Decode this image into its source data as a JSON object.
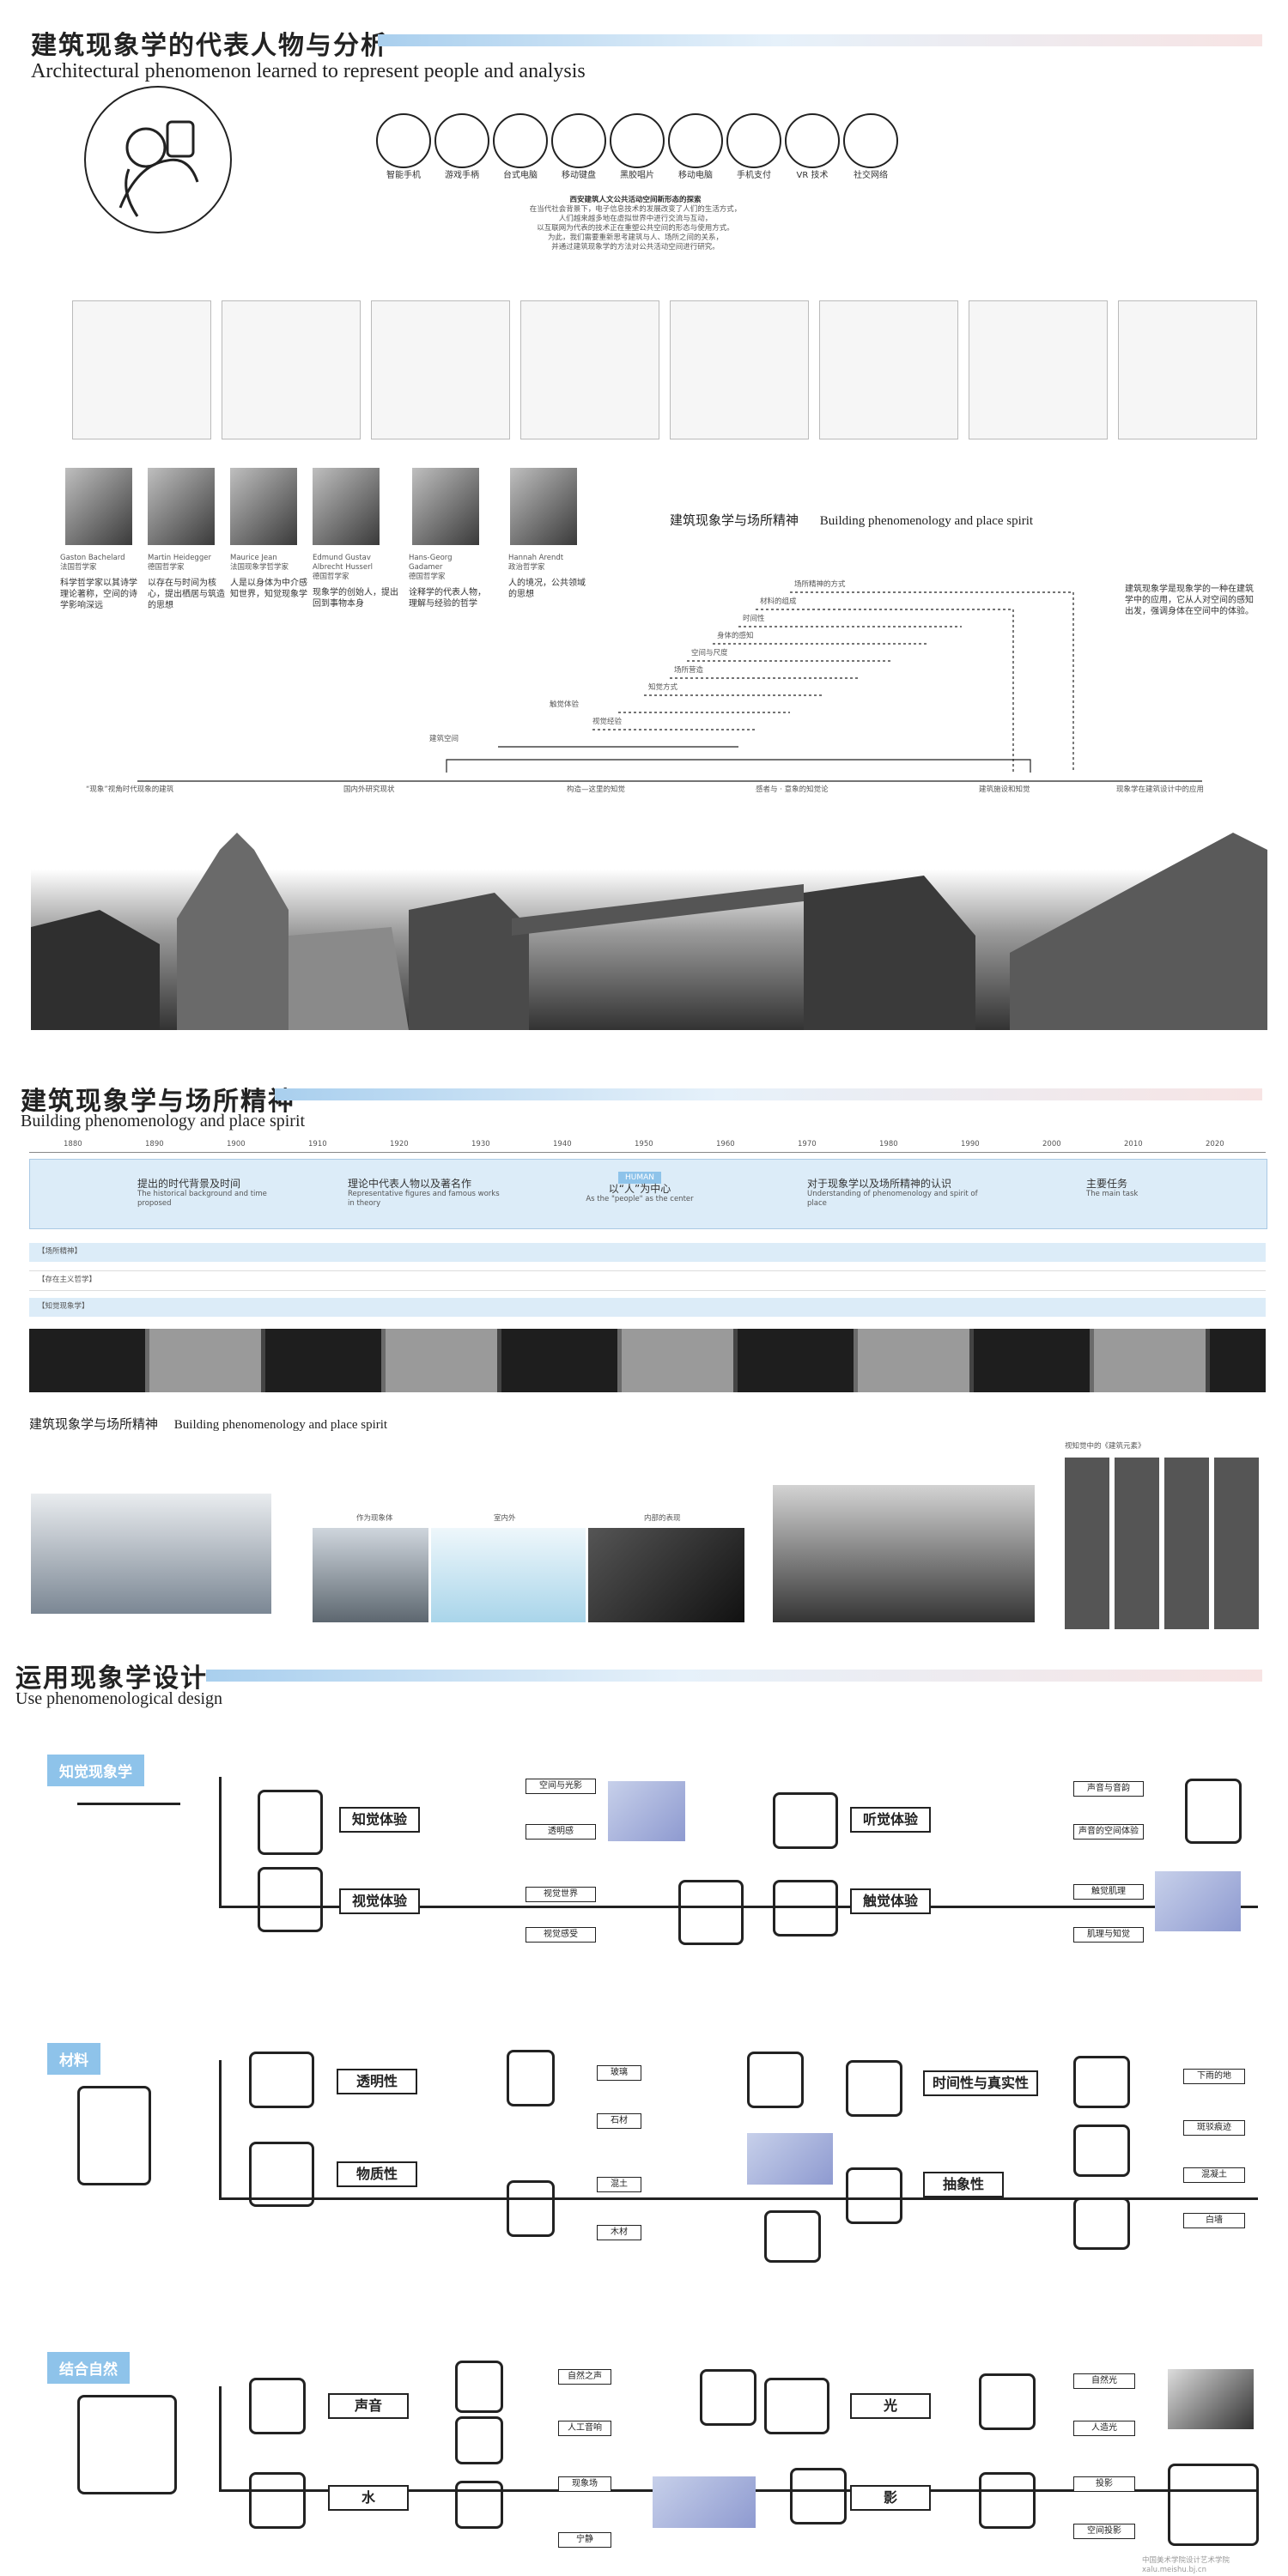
{
  "section1": {
    "title_cn": "建筑现象学的代表人物与分析",
    "title_en": "Architectural phenomenon learned to represent people and analysis",
    "devices": [
      "智能手机",
      "游戏手柄",
      "台式电脑",
      "移动键盘",
      "黑胶唱片",
      "移动电脑",
      "手机支付",
      "VR 技术",
      "社交网络"
    ],
    "caption_heading": "西安建筑人文公共活动空间新形态的探索",
    "caption_lines": [
      "在当代社会背景下，电子信息技术的发展改变了人们的生活方式，",
      "人们越来越多地在虚拟世界中进行交流与互动，",
      "以互联网为代表的技术正在重塑公共空间的形态与使用方式。",
      "为此，我们需要重新思考建筑与人、场所之间的关系，",
      "并通过建筑现象学的方法对公共活动空间进行研究。"
    ]
  },
  "people": [
    {
      "name": "Gaston Bachelard",
      "role": "法国哲学家",
      "desc": "科学哲学家以其诗学理论著称，空间的诗学影响深远"
    },
    {
      "name": "Martin Heidegger",
      "role": "德国哲学家",
      "desc": "以存在与时间为核心，提出栖居与筑造的思想"
    },
    {
      "name": "Maurice Jean",
      "role": "法国现象学哲学家",
      "desc": "人是以身体为中介感知世界，知觉现象学"
    },
    {
      "name": "Edmund Gustav Albrecht Husserl",
      "role": "德国哲学家",
      "desc": "现象学的创始人，提出回到事物本身"
    },
    {
      "name": "Hans-Georg Gadamer",
      "role": "德国哲学家",
      "desc": "诠释学的代表人物，理解与经验的哲学"
    },
    {
      "name": "Hannah Arendt",
      "role": "政治哲学家",
      "desc": "人的境况，公共领域的思想"
    }
  ],
  "diagram": {
    "title_cn": "建筑现象学与场所精神",
    "title_en": "Building phenomenology and place spirit",
    "branch_labels": [
      "场所精神的方式",
      "材料的组成",
      "时间性",
      "身体的感知",
      "空间与尺度",
      "场所营造",
      "知觉方式",
      "触觉体验",
      "视觉经验",
      "建筑空间"
    ],
    "bottom_labels": [
      "“现象”视角时代现象的建筑",
      "国内外研究现状",
      "构造—这里的知觉",
      "感者与 · 意象的知觉论",
      "建筑施设和知觉",
      "现象学在建筑设计中的应用"
    ],
    "side_text": "建筑现象学是现象学的一种在建筑学中的应用，它从人对空间的感知出发，强调身体在空间中的体验。"
  },
  "section2": {
    "title_cn": "建筑现象学与场所精神",
    "title_en": "Building phenomenology and place spirit",
    "years": [
      "1880",
      "1890",
      "1900",
      "1910",
      "1920",
      "1930",
      "1940",
      "1950",
      "1960",
      "1970",
      "1980",
      "1990",
      "2000",
      "2010",
      "2020"
    ],
    "eras": [
      {
        "cn": "提出的时代背景及时间",
        "en": "The historical background and time proposed"
      },
      {
        "cn": "理论中代表人物以及著名作",
        "en": "Representative figures and famous works in theory"
      },
      {
        "cn": "以“人”为中心",
        "en": "As the \"people\" as the center"
      },
      {
        "cn": "对于现象学以及场所精神的认识",
        "en": "Understanding of phenomenology and spirit of place"
      },
      {
        "cn": "主要任务",
        "en": "The main task"
      }
    ],
    "badge": "HUMAN",
    "rows": [
      "【场所精神】",
      "【存在主义哲学】",
      "【知觉现象学】"
    ],
    "sub_title_cn": "建筑现象学与场所精神",
    "sub_title_en": "Building phenomenology and place spirit",
    "photo_labels": [
      "作为现象体",
      "室内外",
      "内部的表现"
    ],
    "grid_label": "视知觉中的《建筑元素》"
  },
  "section3": {
    "title_cn": "运用现象学设计",
    "title_en": "Use phenomenological design",
    "groups": [
      {
        "tag": "知觉现象学",
        "boxes": [
          "知觉体验",
          "视觉体验",
          "听觉体验",
          "触觉体验"
        ],
        "small": [
          "空间与光影",
          "透明感",
          "视觉世界",
          "视觉感受",
          "声音与音韵",
          "声音的空间体验",
          "触觉肌理",
          "肌理与知觉"
        ]
      },
      {
        "tag": "材料",
        "boxes": [
          "透明性",
          "物质性",
          "时间性与真实性",
          "抽象性"
        ],
        "small": [
          "玻璃",
          "石材",
          "混土",
          "木材",
          "下雨的地",
          "斑驳痕迹",
          "混凝土",
          "白墙"
        ]
      },
      {
        "tag": "结合自然",
        "boxes": [
          "声音",
          "水",
          "光",
          "影"
        ],
        "small": [
          "自然之声",
          "人工音响",
          "现象场",
          "宁静",
          "自然光",
          "人造光",
          "投影",
          "空间投影"
        ]
      }
    ]
  },
  "watermark": "中国美术学院设计艺术学院 xalu.meishu.bj.cn"
}
